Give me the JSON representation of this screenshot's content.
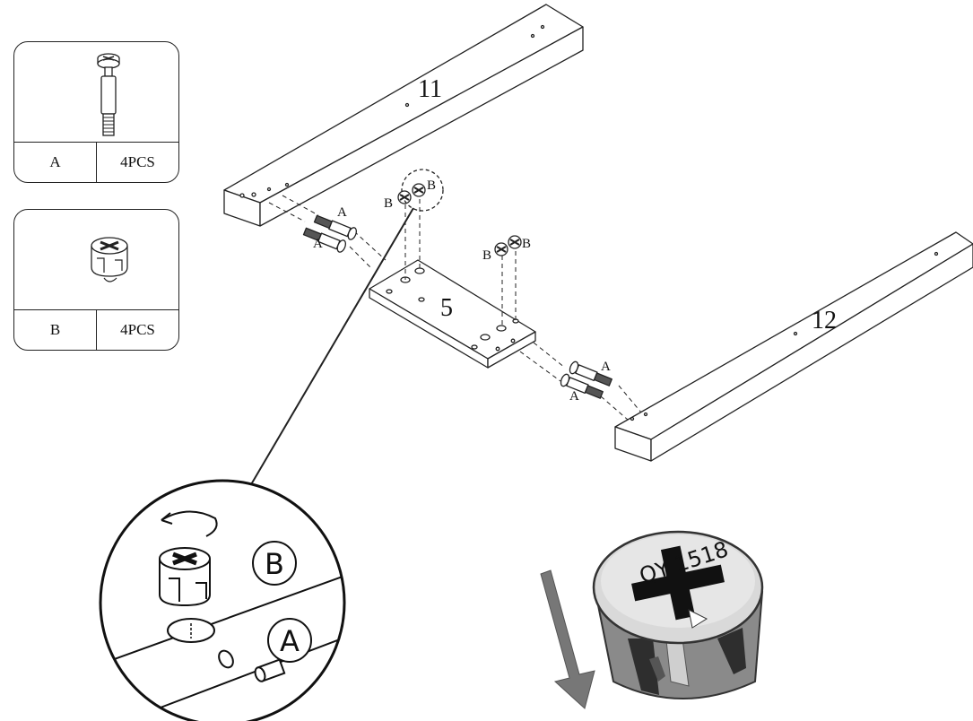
{
  "parts_list": [
    {
      "letter": "A",
      "qty": "4PCS"
    },
    {
      "letter": "B",
      "qty": "4PCS"
    }
  ],
  "pieces": {
    "rail_top": "11",
    "plate": "5",
    "rail_bottom": "12"
  },
  "callouts": {
    "a": "A",
    "b": "B"
  },
  "detail": {
    "b_label": "B",
    "a_label": "A"
  },
  "photo": {
    "engraving": "QY 1518"
  }
}
